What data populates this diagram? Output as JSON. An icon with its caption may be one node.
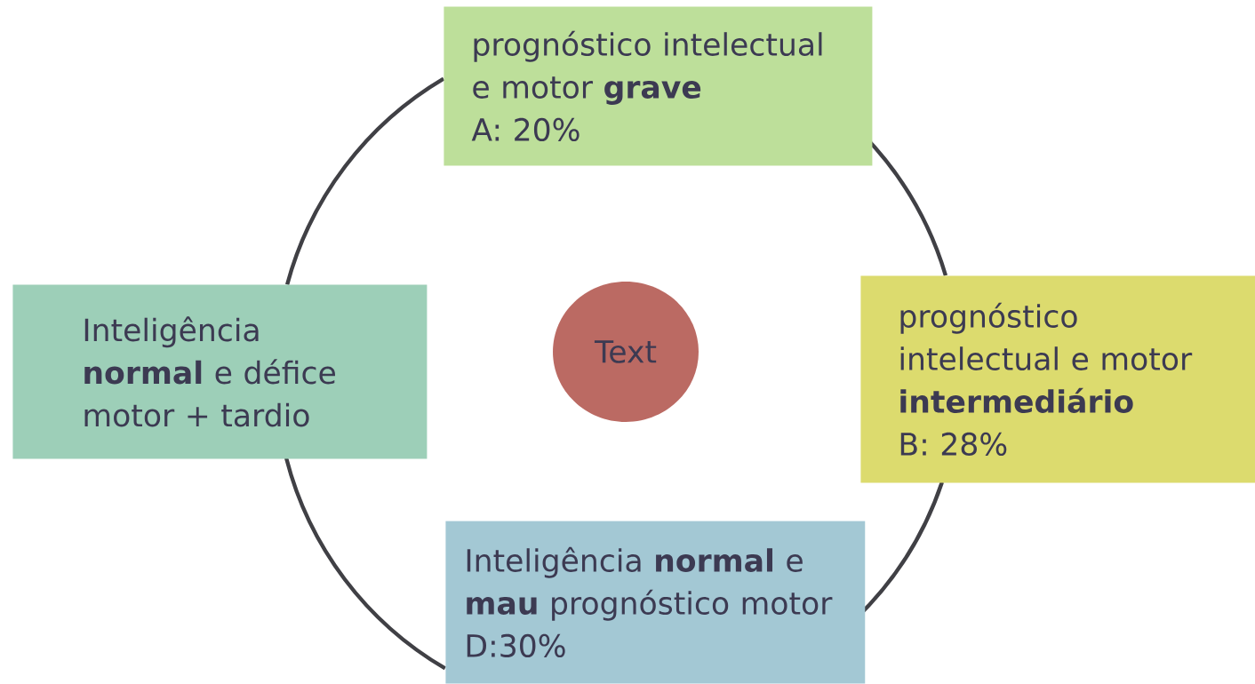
{
  "diagram": {
    "nodes": [
      {
        "text": [
          "prognóstico intelectual e motor **grave**",
          "A: 20%"
        ]
      },
      {
        "text": [
          "Inteligência **normal** e défice motor + tardio"
        ]
      },
      {
        "text": [
          "Text"
        ]
      },
      {
        "text": [
          "prognóstico intelectual e motor **intermediário**",
          "B: 28%"
        ]
      },
      {
        "text": [
          "Inteligência **normal** e **mau** prognóstico motor",
          "D:30%"
        ]
      }
    ],
    "edges": [
      {
        "from": 0,
        "to": 3,
        "arrow": "none"
      },
      {
        "from": 3,
        "to": 4,
        "arrow": "none"
      },
      {
        "from": 4,
        "to": 1,
        "arrow": "none"
      },
      {
        "from": 1,
        "to": 0,
        "arrow": "none"
      }
    ]
  }
}
